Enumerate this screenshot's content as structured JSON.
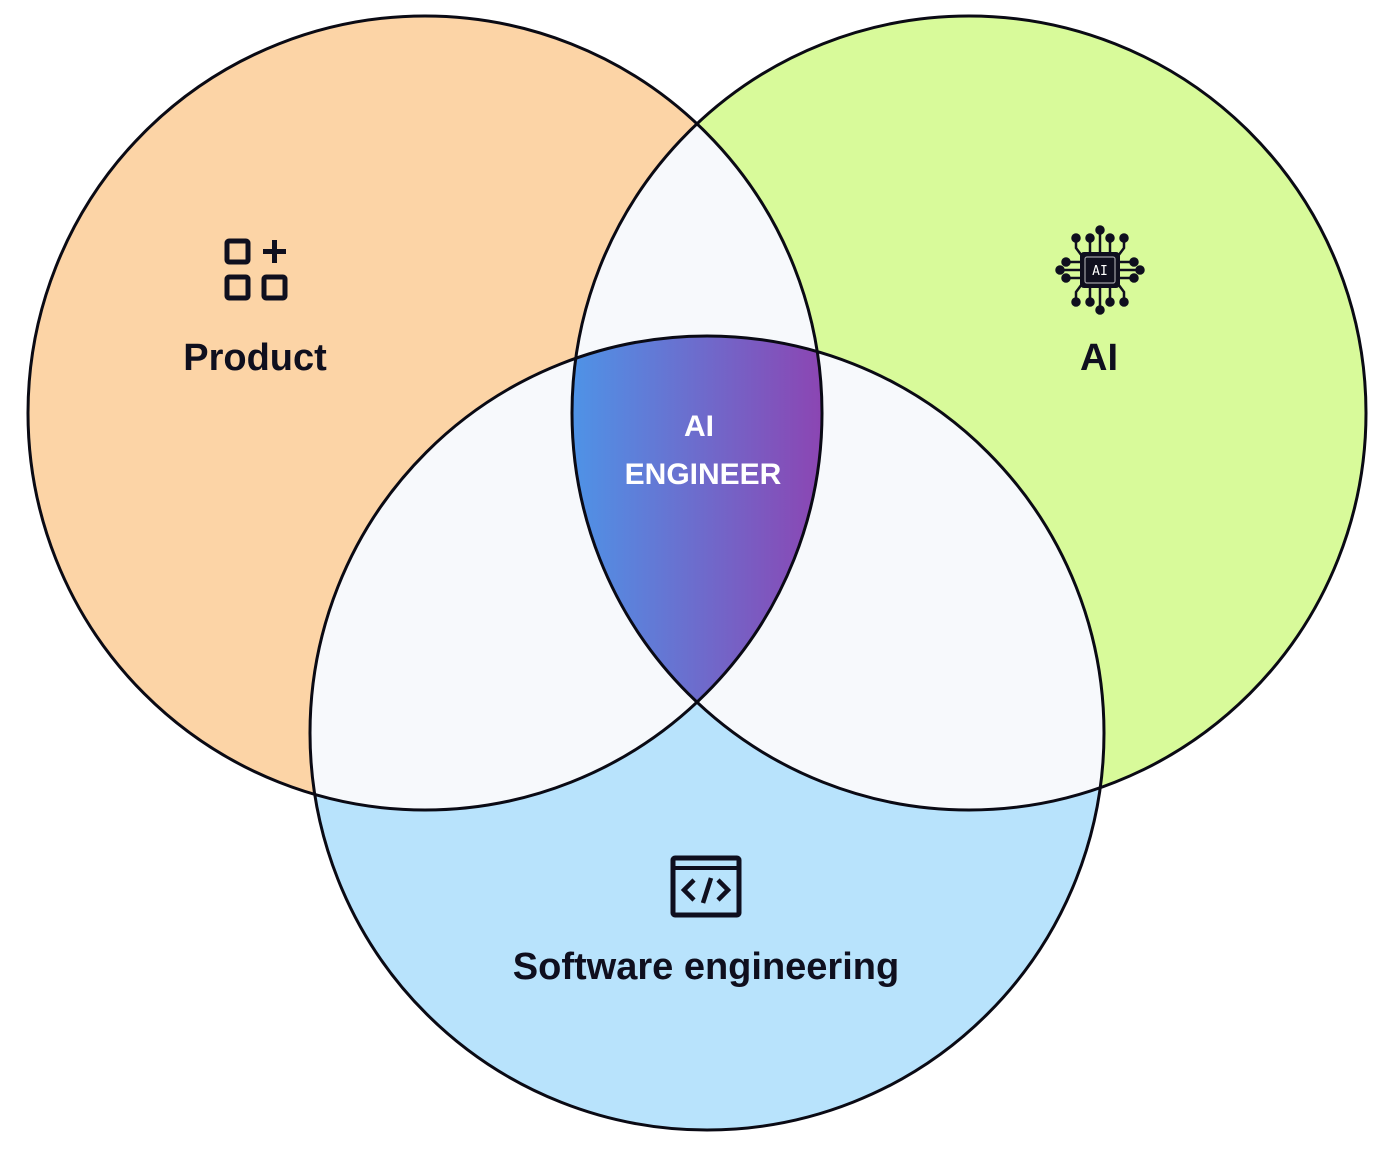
{
  "sets": {
    "product": {
      "label": "Product",
      "color": "#fcd4a6",
      "icon": "grid-plus-icon"
    },
    "ai": {
      "label": "AI",
      "color": "#d8fa9a",
      "icon": "ai-chip-icon",
      "icon_text": "AI"
    },
    "software": {
      "label": "Software engineering",
      "color": "#b8e3fc",
      "icon": "code-icon"
    }
  },
  "intersections": {
    "pairwise_color": "#f7f9fc",
    "center": {
      "label_line1": "AI",
      "label_line2": "ENGINEER",
      "gradient_start": "#4f92e6",
      "gradient_end": "#8b46b3"
    }
  },
  "outline_color": "#0a0a14"
}
